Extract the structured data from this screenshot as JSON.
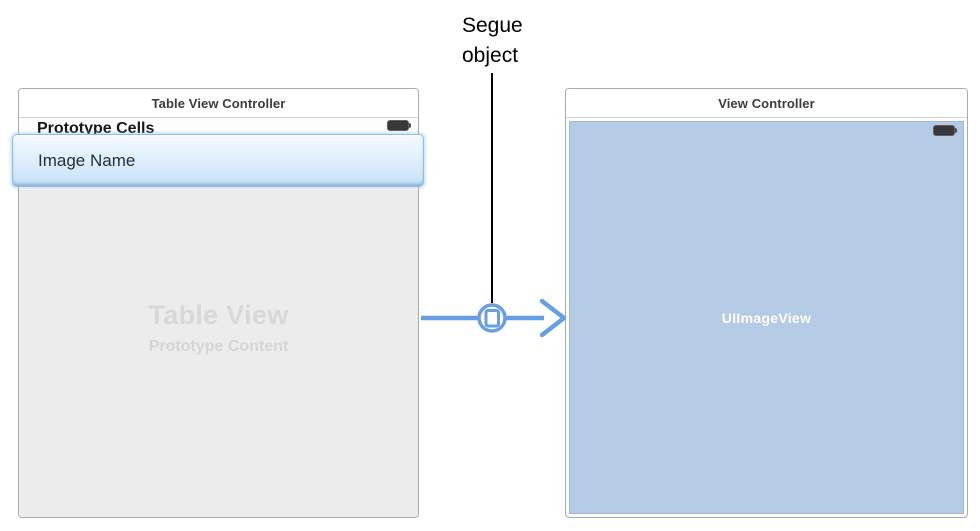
{
  "annotation": {
    "segue_label": "Segue object"
  },
  "left_scene": {
    "title": "Table View Controller",
    "section_label": "Prototype Cells",
    "cell_text": "Image Name",
    "placeholder_title": "Table View",
    "placeholder_subtitle": "Prototype Content"
  },
  "right_scene": {
    "title": "View Controller",
    "view_label": "UIImageView"
  },
  "icons": {
    "status_bar": "battery-icon",
    "segue": "segue-object-icon"
  },
  "colors": {
    "segue_blue": "#689ee5",
    "imageview_blue": "#b5cae4",
    "table_gray": "#ececec",
    "selected_cell_border": "#94bce2",
    "panel_border": "#ababab"
  }
}
